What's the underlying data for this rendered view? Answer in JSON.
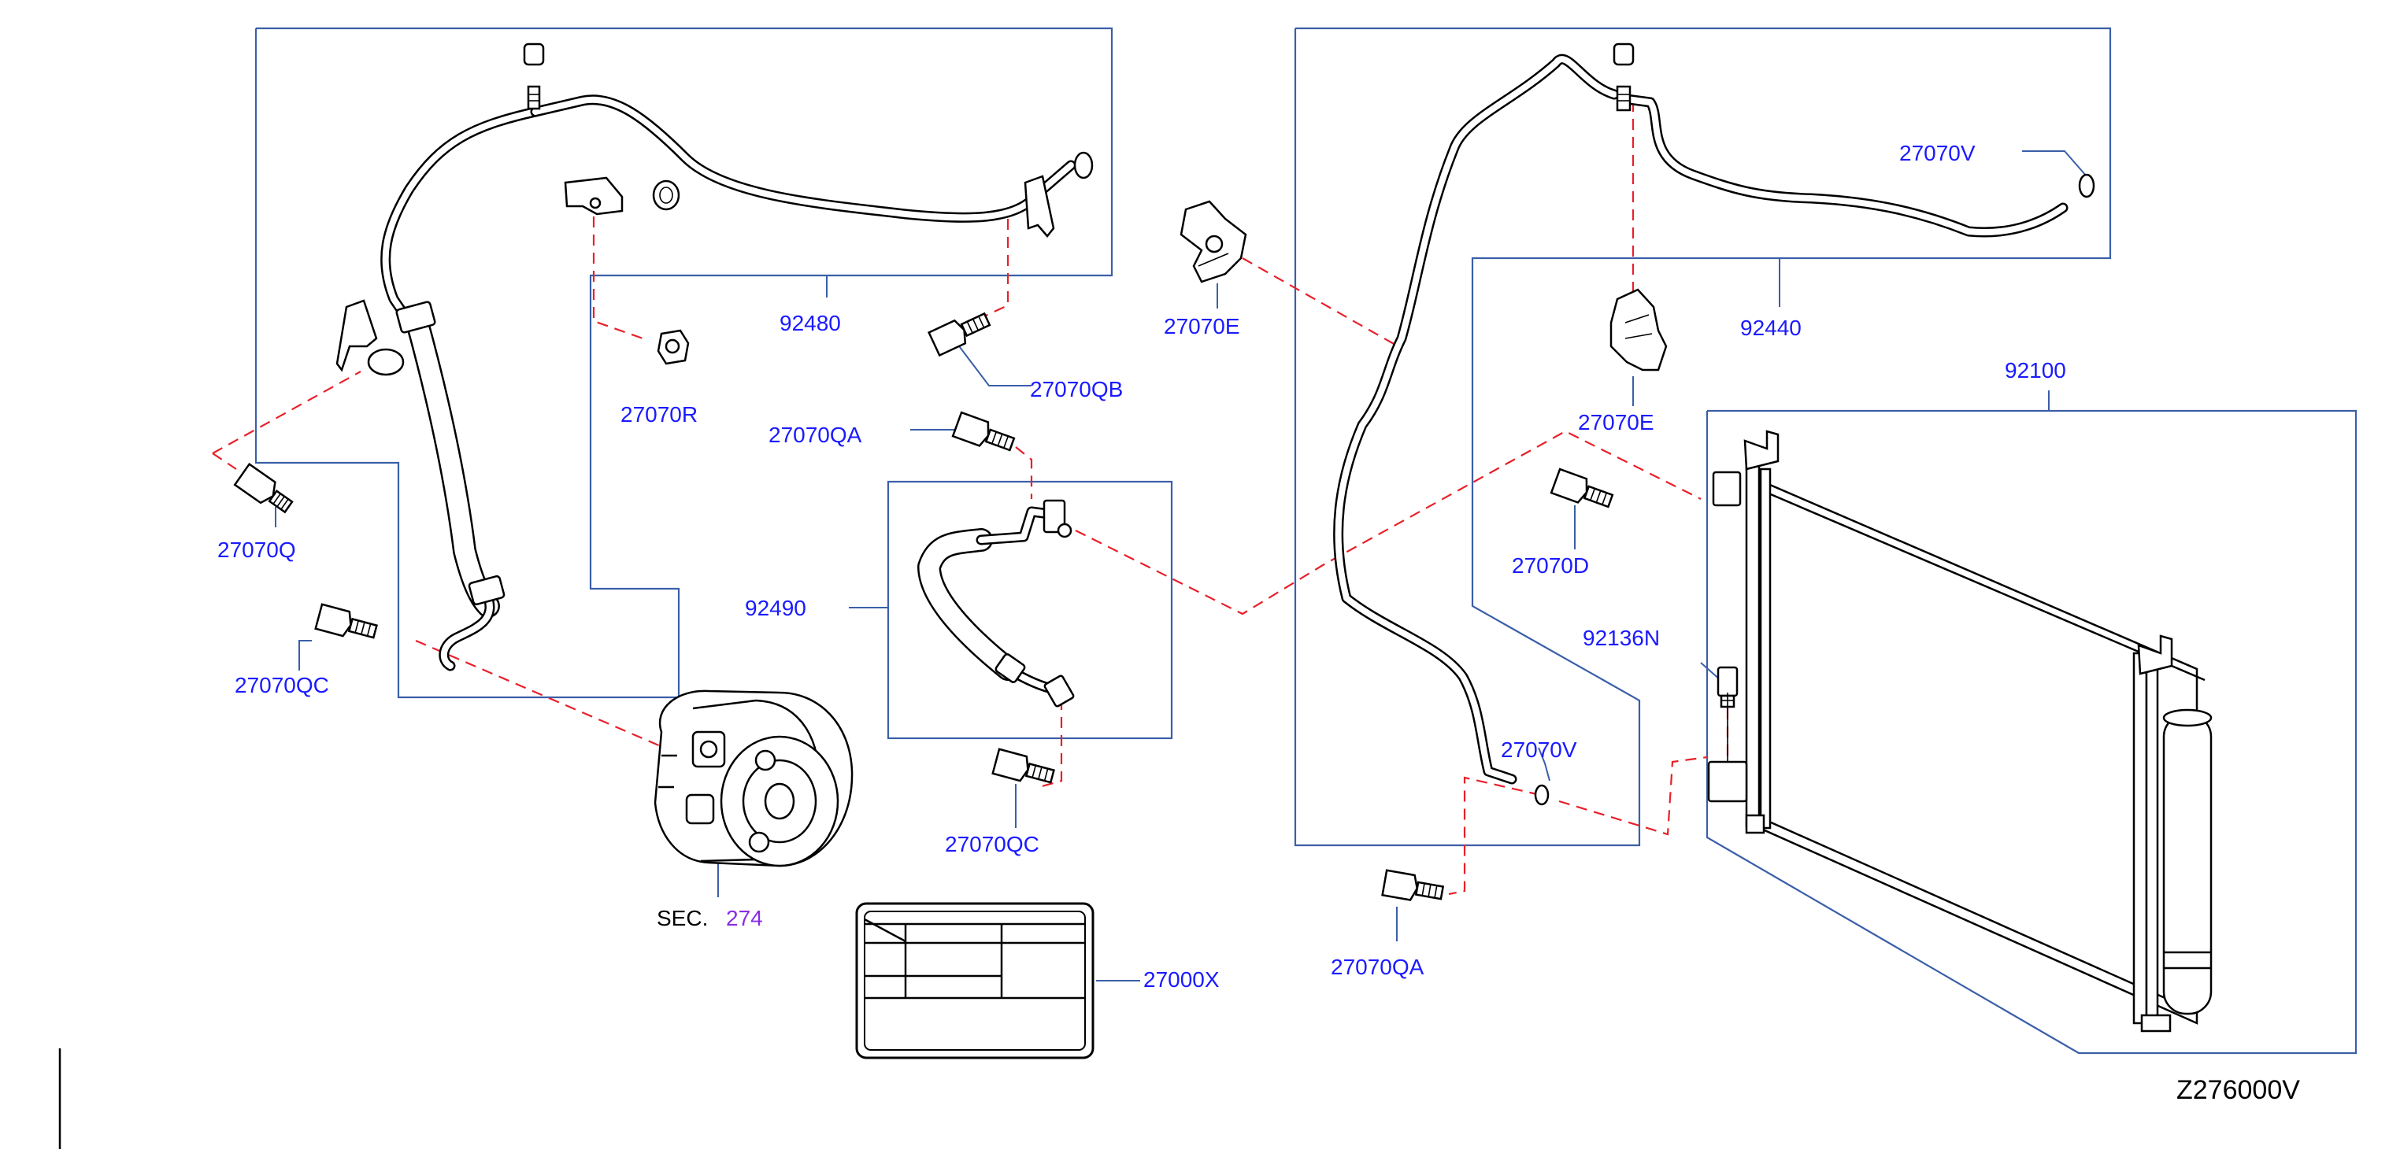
{
  "labels": {
    "p92480": "92480",
    "p92440": "92440",
    "p92100": "92100",
    "p92490": "92490",
    "p92136n": "92136N",
    "p27070r": "27070R",
    "p27070qb": "27070QB",
    "p27070qa_top": "27070QA",
    "p27070qa_bottom": "27070QA",
    "p27070q": "27070Q",
    "p27070qc_left": "27070QC",
    "p27070qc_mid": "27070QC",
    "p27070e_left": "27070E",
    "p27070e_right": "27070E",
    "p27070d": "27070D",
    "p27070v_top": "27070V",
    "p27070v_mid": "27070V",
    "p27000x": "27000X",
    "sec_prefix": "SEC.",
    "sec_number": "274",
    "diagram_code": "Z276000V"
  },
  "colors": {
    "label_blue": "#1a1aff",
    "section_purple": "#8a2be2",
    "frame_blue": "#3a5fa8",
    "dashed_red": "#e8202a",
    "line_black": "#000000"
  }
}
